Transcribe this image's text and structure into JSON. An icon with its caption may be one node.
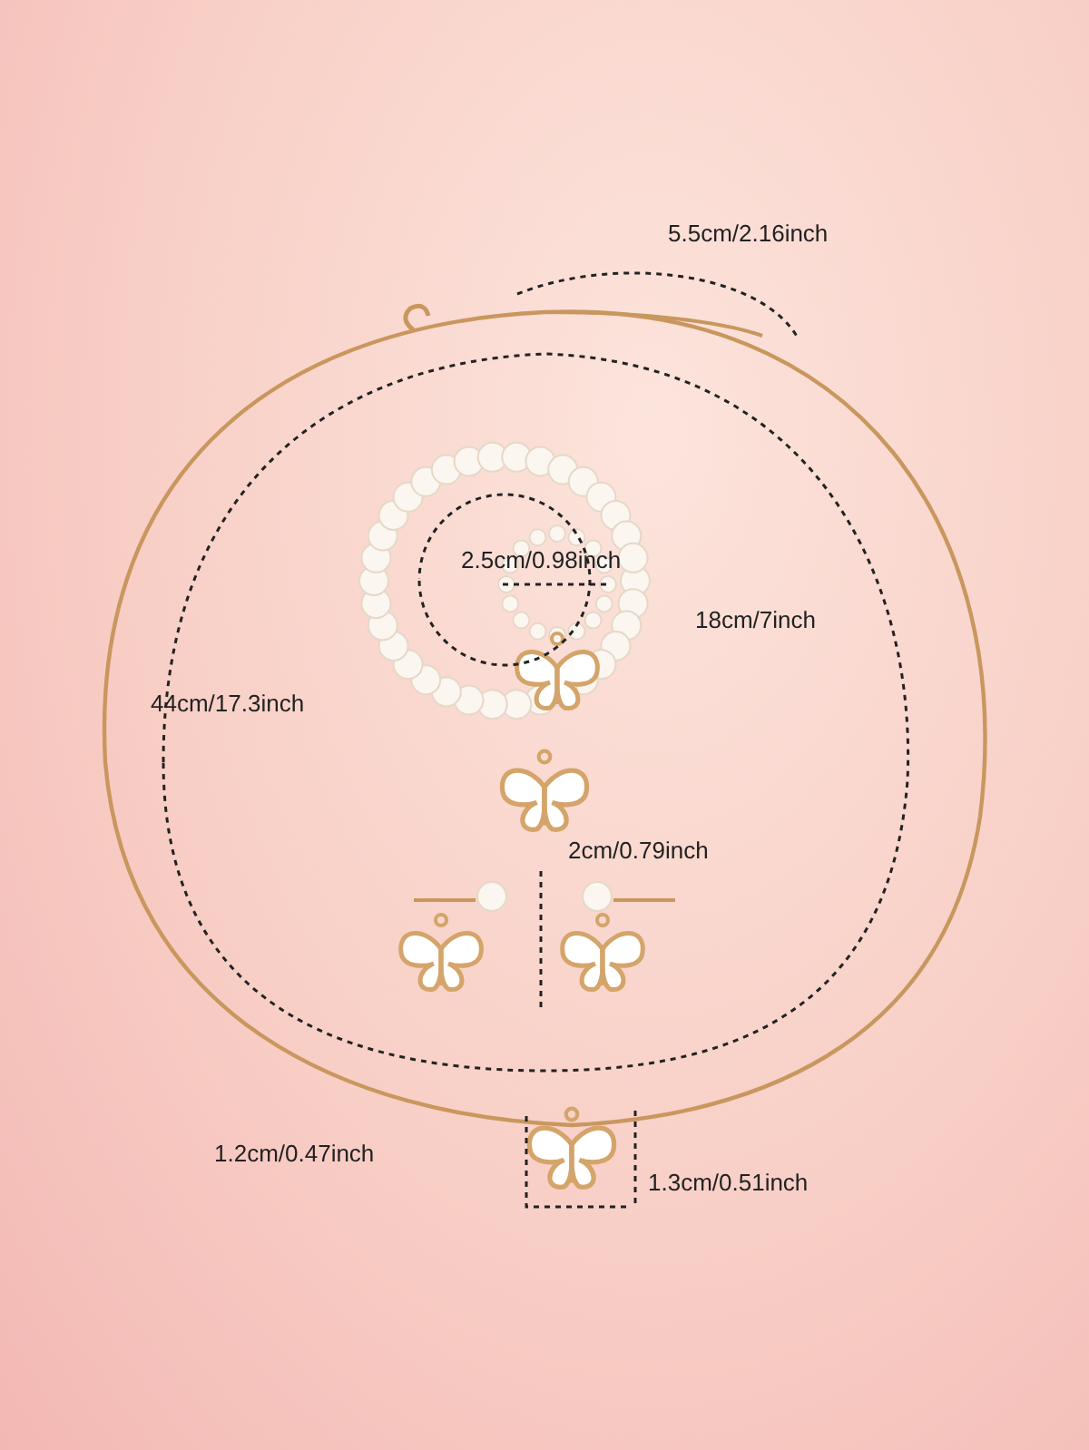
{
  "diagram": {
    "labels": [
      "5.5cm/2.16inch",
      "2.5cm/0.98inch",
      "18cm/7inch",
      "44cm/17.3inch",
      "2cm/0.79inch",
      "1.2cm/0.47inch",
      "1.3cm/0.51inch"
    ]
  }
}
